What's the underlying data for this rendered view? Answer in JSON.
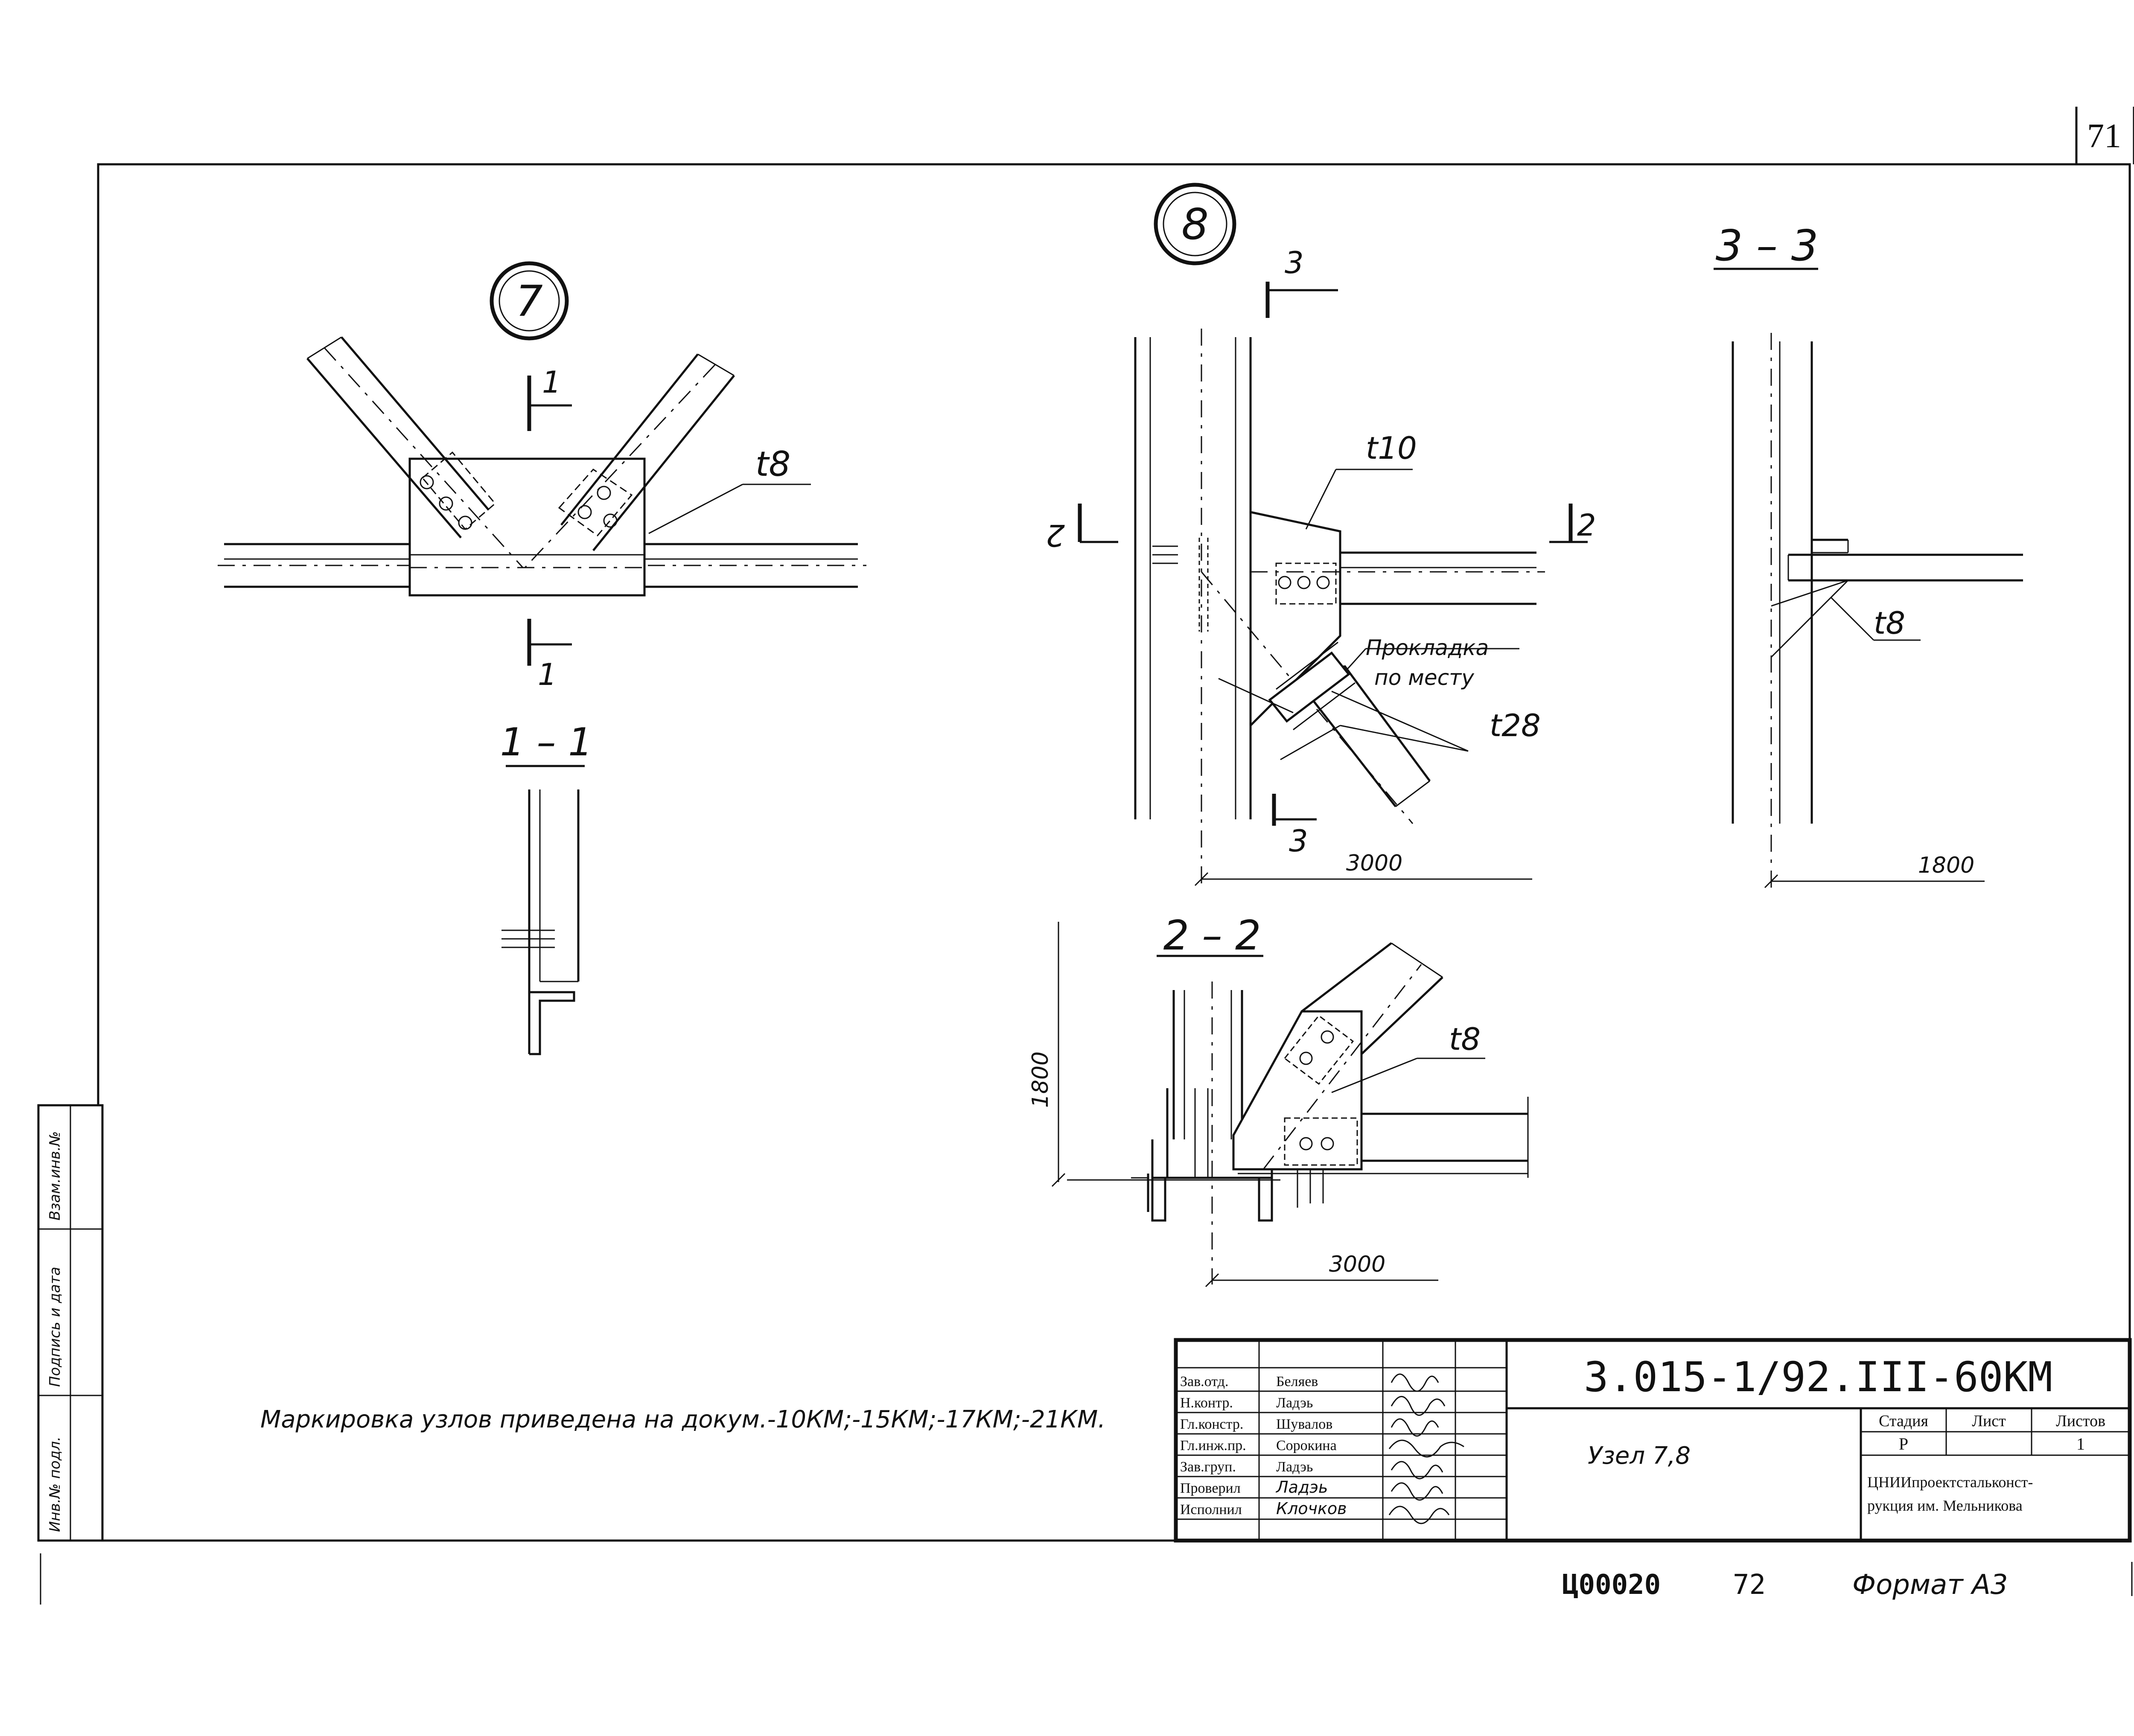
{
  "sheet": {
    "page_number": "71",
    "bottom_code": "Ц00020",
    "bottom_number": "72",
    "format": "Формат А3",
    "note": "Маркировка узлов приведена на докум.-10КМ;-15КМ;-17КМ;-21КМ."
  },
  "side_stamp": {
    "cells": [
      "Взам.инв.№",
      "Подпись и дата",
      "Инв.№ подл."
    ]
  },
  "node7": {
    "marker": "7",
    "plate_label": "t8",
    "cut_label_top": "1",
    "cut_label_bottom": "1"
  },
  "section11": {
    "title": "1 – 1"
  },
  "node8": {
    "marker": "8",
    "plate_t10": "t10",
    "shim_line1": "Прокладка",
    "shim_line2": "по месту",
    "plate_t28": "t28",
    "cut3_top": "3",
    "cut3_bottom": "3",
    "cut2_left": "2",
    "cut2_right": "2",
    "dim_3000": "3000"
  },
  "section22": {
    "title": "2 – 2",
    "plate_label": "t8",
    "dim_1800": "1800",
    "dim_3000": "3000"
  },
  "section33": {
    "title": "3 – 3",
    "plate_label": "t8",
    "dim_1800": "1800"
  },
  "title_block": {
    "doc_code": "3.015-1/92.III-60КМ",
    "sheet_title": "Узел 7,8",
    "stage_header": "Стадия",
    "sheet_header": "Лист",
    "sheets_header": "Листов",
    "stage_value": "Р",
    "sheets_value": "1",
    "org_line1": "ЦНИИпроектстальконст-",
    "org_line2": "рукция им. Мельникова",
    "rows": [
      {
        "role": "Зав.отд.",
        "name": "Беляев"
      },
      {
        "role": "Н.контр.",
        "name": "Ладэь"
      },
      {
        "role": "Гл.констр.",
        "name": "Шувалов"
      },
      {
        "role": "Гл.инж.пр.",
        "name": "Сорокина"
      },
      {
        "role": "Зав.груп.",
        "name": "Ладэь"
      },
      {
        "role": "Проверил",
        "name": "Ладэь"
      },
      {
        "role": "Исполнил",
        "name": "Клочков"
      }
    ]
  }
}
